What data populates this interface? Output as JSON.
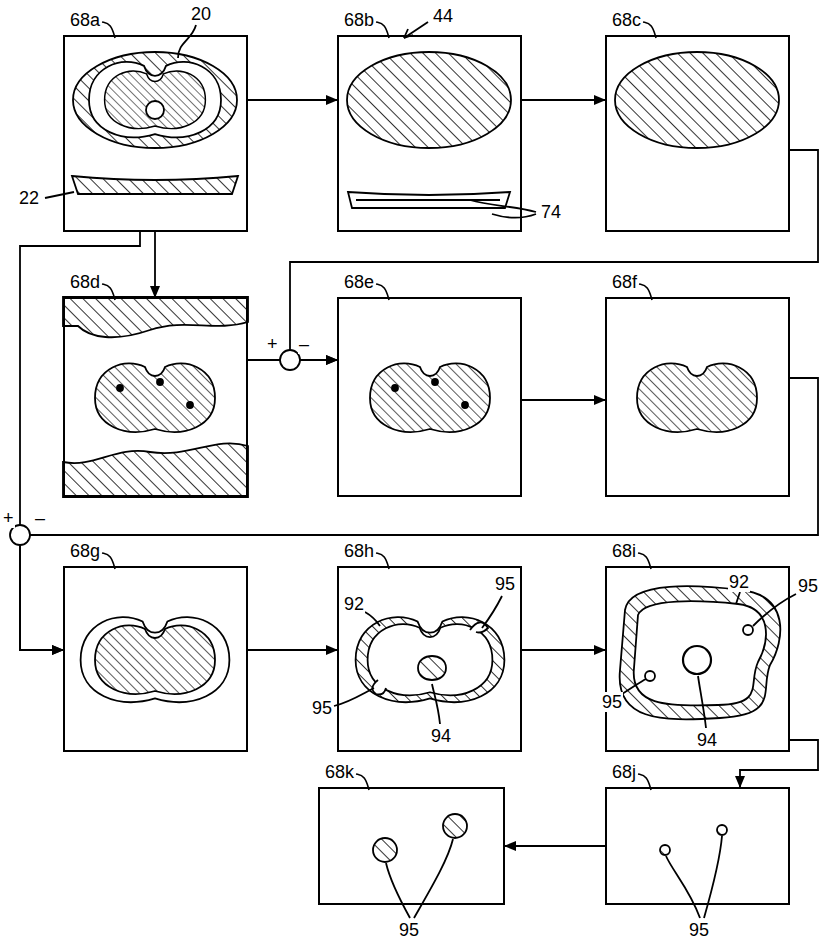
{
  "diagram": {
    "nodes": [
      {
        "text": [
          "68a"
        ]
      },
      {
        "text": [
          "68b"
        ]
      },
      {
        "text": [
          "68c"
        ]
      },
      {
        "text": [
          "68d"
        ]
      },
      {
        "text": [
          "68e"
        ]
      },
      {
        "text": [
          "68f"
        ]
      },
      {
        "text": [
          "68g"
        ]
      },
      {
        "text": [
          "68h"
        ]
      },
      {
        "text": [
          "68i"
        ]
      },
      {
        "text": [
          "68j"
        ]
      },
      {
        "text": [
          "68k"
        ]
      }
    ],
    "edges": [
      {
        "from": 0,
        "to": 1,
        "arrow": "to"
      },
      {
        "from": 1,
        "to": 2,
        "arrow": "to"
      },
      {
        "from": 2,
        "to": 4,
        "arrow": "to"
      },
      {
        "from": 0,
        "to": 3,
        "arrow": "to"
      },
      {
        "from": 3,
        "to": 4,
        "arrow": "to"
      },
      {
        "from": 4,
        "to": 5,
        "arrow": "to"
      },
      {
        "from": 5,
        "to": 6,
        "arrow": "to"
      },
      {
        "from": 0,
        "to": 6,
        "arrow": "to"
      },
      {
        "from": 6,
        "to": 7,
        "arrow": "to"
      },
      {
        "from": 7,
        "to": 8,
        "arrow": "to"
      },
      {
        "from": 8,
        "to": 9,
        "arrow": "to"
      },
      {
        "from": 9,
        "to": 10,
        "arrow": "to"
      }
    ],
    "labels": [
      "44",
      "20",
      "22",
      "74",
      "+",
      "–",
      "+",
      "–",
      "92",
      "95",
      "95",
      "94",
      "92",
      "95",
      "95",
      "94",
      "95",
      "95"
    ]
  }
}
